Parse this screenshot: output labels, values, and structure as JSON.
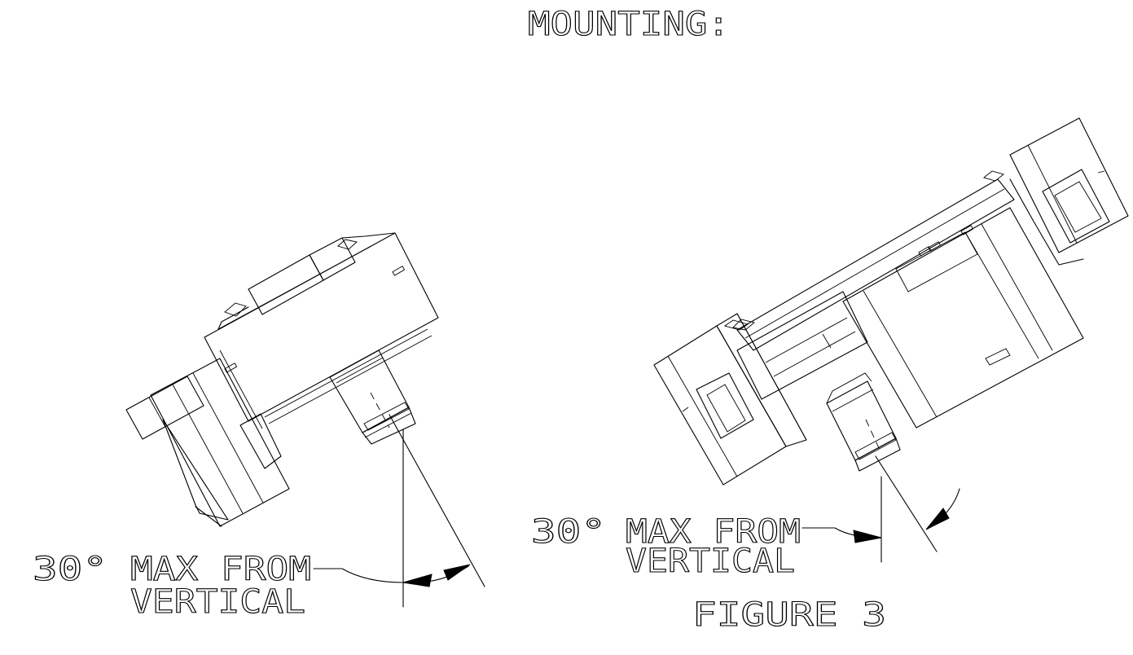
{
  "title": "MOUNTING:",
  "figure_label": "FIGURE 3",
  "left_view": {
    "angle_label": "30°",
    "note_line1": "MAX FROM",
    "note_line2": "VERTICAL"
  },
  "right_view": {
    "angle_label": "30°",
    "note_line1": "MAX FROM",
    "note_line2": "VERTICAL"
  }
}
